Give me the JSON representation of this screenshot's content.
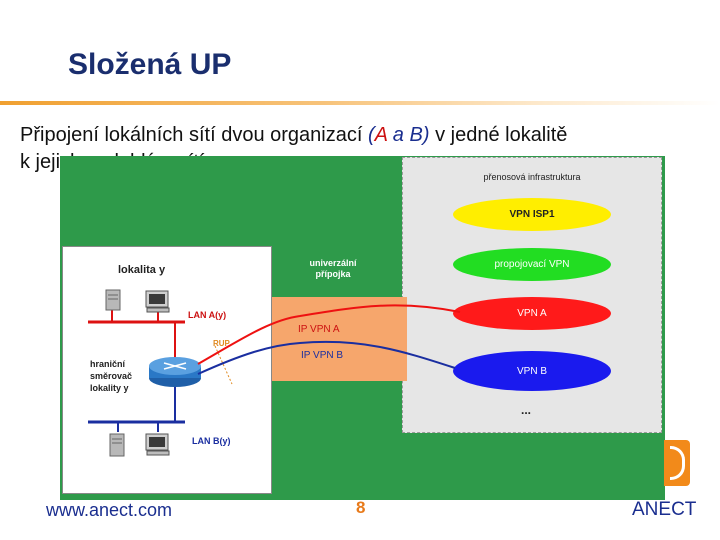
{
  "header": {
    "title": "Složená UP"
  },
  "subtitle": {
    "part1": "Připojení lokálních sítí dvou organizací ",
    "paren_open": "(",
    "a": "A",
    "and": " a ",
    "b": "B",
    "paren_close": ")",
    "part2": " v jedné lokalitě",
    "line2": "k jejich rozlehlým sítím"
  },
  "diagram": {
    "transport_label": "přenosová infrastruktura",
    "ellipses": {
      "isp1": "VPN ISP1",
      "propojovaci": "propojovací VPN",
      "vpn_a": "VPN A",
      "vpn_b": "VPN B"
    },
    "ellipsis_more": "...",
    "universal_link": "univerzální přípojka",
    "site_label": "lokalita  y",
    "lan_a": "LAN A(y)",
    "lan_b": "LAN B(y)",
    "rup": "RUP",
    "router_label": "hraniční směrovač lokality y",
    "ip_vpn_a": "IP VPN  A",
    "ip_vpn_b": "IP VPN  B",
    "colors": {
      "background_green": "#2e9a4a",
      "vpn_a_red": "#ff1a1a",
      "vpn_b_blue": "#1a1aee",
      "isp_yellow": "#ffee00",
      "interconnect_green": "#22dd22",
      "link_orange": "#f6a66c"
    }
  },
  "footer": {
    "url": "www.anect.com",
    "page_number": "8",
    "logo": "ANECT"
  }
}
